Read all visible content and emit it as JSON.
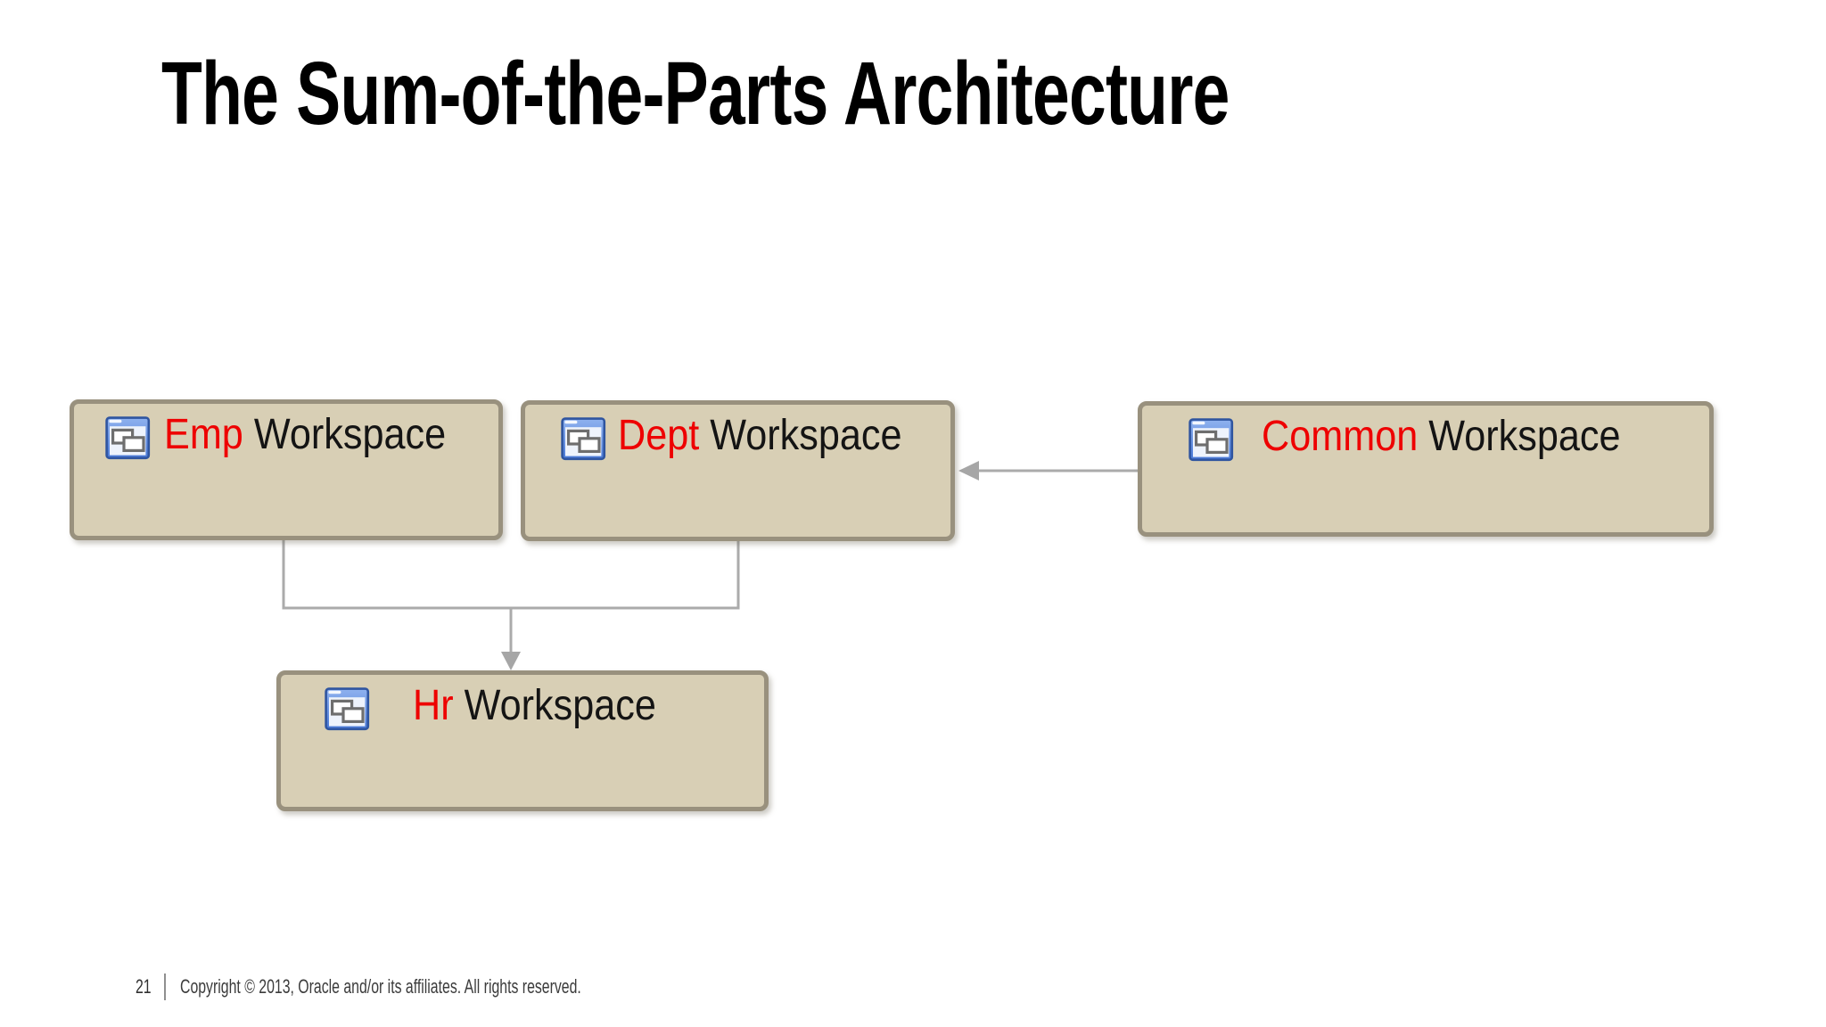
{
  "slide": {
    "title": "The Sum-of-the-Parts Architecture",
    "footer": {
      "page_number": "21",
      "copyright": "Copyright © 2013, Oracle and/or its affiliates. All rights reserved."
    }
  },
  "diagram": {
    "boxes": [
      {
        "id": "emp",
        "name_highlight": "Emp",
        "name_rest": " Workspace",
        "icon": "window-forms-icon"
      },
      {
        "id": "dept",
        "name_highlight": "Dept",
        "name_rest": " Workspace",
        "icon": "window-forms-icon"
      },
      {
        "id": "common",
        "name_highlight": "Common",
        "name_rest": " Workspace",
        "icon": "window-forms-icon"
      },
      {
        "id": "hr",
        "name_highlight": "Hr",
        "name_rest": " Workspace",
        "icon": "window-forms-icon"
      }
    ],
    "connections": [
      {
        "from": "common",
        "to": "dept",
        "type": "straight-arrow",
        "direction": "left"
      },
      {
        "from": "emp",
        "to": "hr",
        "type": "elbow-merge-arrow",
        "direction": "down"
      },
      {
        "from": "dept",
        "to": "hr",
        "type": "elbow-merge-arrow",
        "direction": "down"
      }
    ]
  },
  "colors": {
    "background": "#ffffff",
    "box_fill": "#d8cfb5",
    "box_border": "#99917e",
    "connector_gray": "#ababab",
    "highlight_red": "#ee0000",
    "label_black": "#141414",
    "footer_text": "#3c3c3c"
  }
}
